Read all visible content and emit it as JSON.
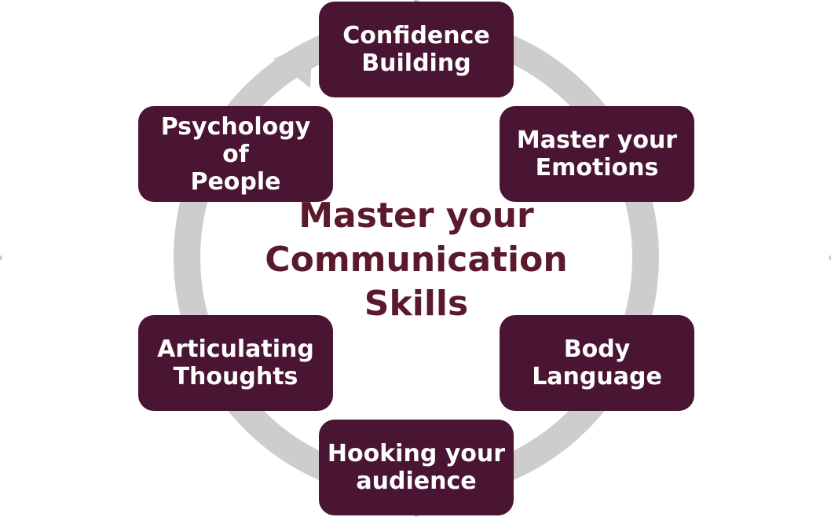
{
  "colors": {
    "node_fill": "#4a1532",
    "node_text": "#ffffff",
    "ring": "#cfcccd",
    "title_text": "#5a1a2c"
  },
  "diagram": {
    "center_title": "Master your\nCommunication\nSkills",
    "nodes": [
      {
        "id": "confidence-building",
        "label": "Confidence\nBuilding"
      },
      {
        "id": "master-your-emotions",
        "label": "Master your\nEmotions"
      },
      {
        "id": "body-language",
        "label": "Body\nLanguage"
      },
      {
        "id": "hooking-your-audience",
        "label": "Hooking your\naudience"
      },
      {
        "id": "articulating-thoughts",
        "label": "Articulating\nThoughts"
      },
      {
        "id": "psychology-of-people",
        "label": "Psychology of\nPeople"
      }
    ]
  }
}
